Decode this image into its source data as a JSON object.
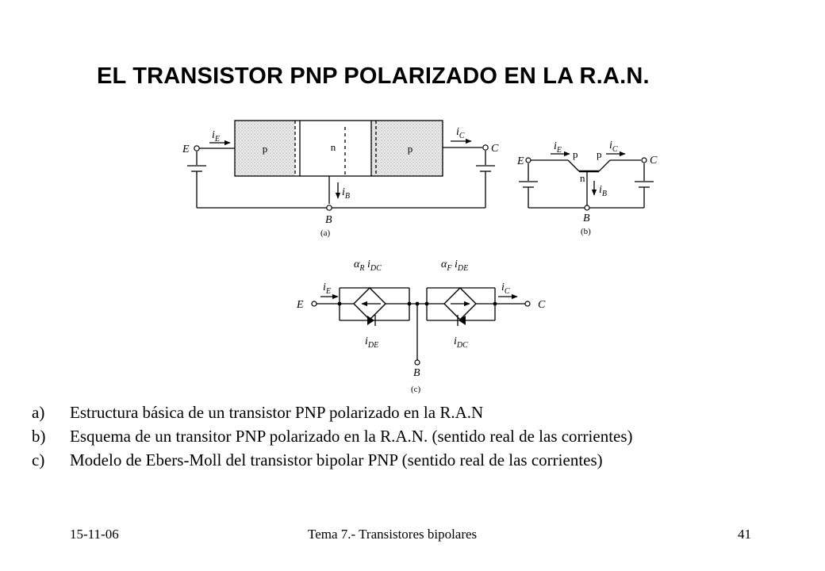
{
  "title": "EL TRANSISTOR PNP POLARIZADO EN LA R.A.N.",
  "fig_a": {
    "region_left": "p",
    "region_mid": "n",
    "region_right": "p",
    "node_E": "E",
    "node_C": "C",
    "node_B": "B",
    "caption": "(a)",
    "cur_E": {
      "sym": "i",
      "sub": "E"
    },
    "cur_C": {
      "sym": "i",
      "sub": "C"
    },
    "cur_B": {
      "sym": "i",
      "sub": "B"
    }
  },
  "fig_b": {
    "lbl_p1": "p",
    "lbl_p2": "p",
    "lbl_n": "n",
    "node_E": "E",
    "node_C": "C",
    "node_B": "B",
    "caption": "(b)",
    "cur_E": {
      "sym": "i",
      "sub": "E"
    },
    "cur_C": {
      "sym": "i",
      "sub": "C"
    },
    "cur_B": {
      "sym": "i",
      "sub": "B"
    }
  },
  "fig_c": {
    "node_E": "E",
    "node_C": "C",
    "node_B": "B",
    "caption": "(c)",
    "src_left": {
      "alpha": "α",
      "alpha_sub": "R",
      "sym": "i",
      "sub": "DC"
    },
    "src_right": {
      "alpha": "α",
      "alpha_sub": "F",
      "sym": "i",
      "sub": "DE"
    },
    "cur_E": {
      "sym": "i",
      "sub": "E"
    },
    "cur_C": {
      "sym": "i",
      "sub": "C"
    },
    "cur_DE": {
      "sym": "i",
      "sub": "DE"
    },
    "cur_DC": {
      "sym": "i",
      "sub": "DC"
    }
  },
  "captions": [
    {
      "marker": "a)",
      "text": "Estructura básica de un transistor PNP polarizado  en la R.A.N"
    },
    {
      "marker": "b)",
      "text": "Esquema de un transitor PNP polarizado en la R.A.N. (sentido real de las corrientes)"
    },
    {
      "marker": "c)",
      "text": "Modelo de Ebers-Moll del transistor bipolar PNP (sentido real de las corrientes)"
    }
  ],
  "footer": {
    "date": "15-11-06",
    "title": "Tema 7.- Transistores bipolares",
    "page": "41"
  }
}
